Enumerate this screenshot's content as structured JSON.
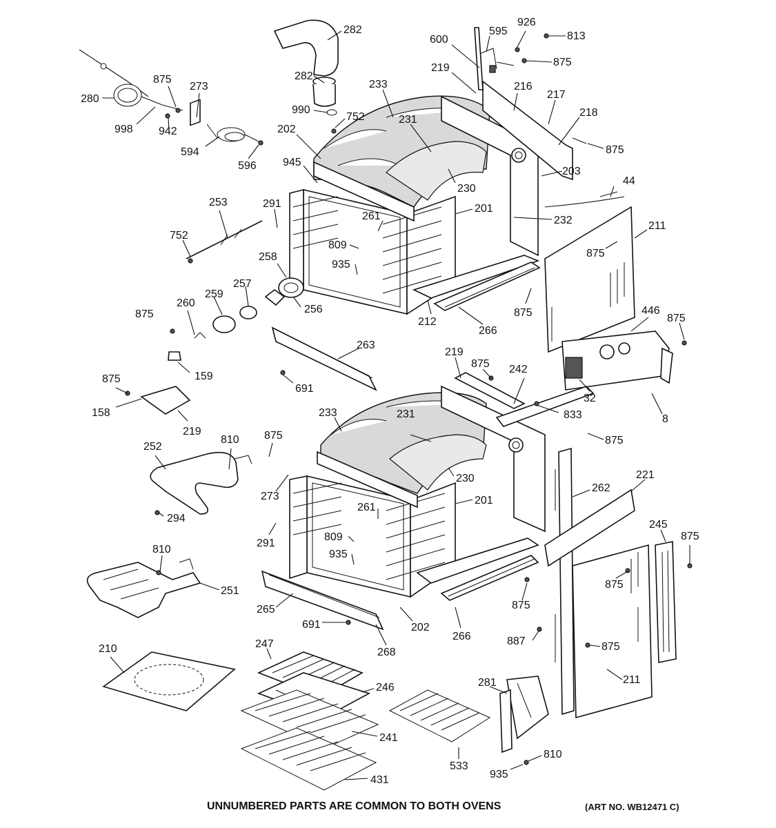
{
  "footer": {
    "note": "UNNUMBERED PARTS ARE COMMON TO BOTH OVENS",
    "art_no": "(ART NO. WB12471 C)"
  },
  "callouts": [
    {
      "text": "282"
    },
    {
      "text": "282"
    },
    {
      "text": "990"
    },
    {
      "text": "752"
    },
    {
      "text": "233"
    },
    {
      "text": "231"
    },
    {
      "text": "202"
    },
    {
      "text": "945"
    },
    {
      "text": "230"
    },
    {
      "text": "201"
    },
    {
      "text": "261"
    },
    {
      "text": "809"
    },
    {
      "text": "935"
    },
    {
      "text": "291"
    },
    {
      "text": "253"
    },
    {
      "text": "752"
    },
    {
      "text": "280"
    },
    {
      "text": "998"
    },
    {
      "text": "875"
    },
    {
      "text": "942"
    },
    {
      "text": "273"
    },
    {
      "text": "594"
    },
    {
      "text": "596"
    },
    {
      "text": "600"
    },
    {
      "text": "595"
    },
    {
      "text": "926"
    },
    {
      "text": "813"
    },
    {
      "text": "875"
    },
    {
      "text": "219"
    },
    {
      "text": "216"
    },
    {
      "text": "217"
    },
    {
      "text": "218"
    },
    {
      "text": "875"
    },
    {
      "text": "203"
    },
    {
      "text": "44"
    },
    {
      "text": "232"
    },
    {
      "text": "211"
    },
    {
      "text": "875"
    },
    {
      "text": "258"
    },
    {
      "text": "257"
    },
    {
      "text": "259"
    },
    {
      "text": "260"
    },
    {
      "text": "256"
    },
    {
      "text": "875"
    },
    {
      "text": "212"
    },
    {
      "text": "266"
    },
    {
      "text": "875"
    },
    {
      "text": "446"
    },
    {
      "text": "875"
    },
    {
      "text": "263"
    },
    {
      "text": "691"
    },
    {
      "text": "159"
    },
    {
      "text": "875"
    },
    {
      "text": "158"
    },
    {
      "text": "219"
    },
    {
      "text": "219"
    },
    {
      "text": "875"
    },
    {
      "text": "242"
    },
    {
      "text": "32"
    },
    {
      "text": "833"
    },
    {
      "text": "8"
    },
    {
      "text": "233"
    },
    {
      "text": "231"
    },
    {
      "text": "875"
    },
    {
      "text": "252"
    },
    {
      "text": "810"
    },
    {
      "text": "875"
    },
    {
      "text": "273"
    },
    {
      "text": "294"
    },
    {
      "text": "230"
    },
    {
      "text": "201"
    },
    {
      "text": "262"
    },
    {
      "text": "221"
    },
    {
      "text": "261"
    },
    {
      "text": "291"
    },
    {
      "text": "809"
    },
    {
      "text": "935"
    },
    {
      "text": "245"
    },
    {
      "text": "875"
    },
    {
      "text": "810"
    },
    {
      "text": "251"
    },
    {
      "text": "875"
    },
    {
      "text": "265"
    },
    {
      "text": "691"
    },
    {
      "text": "202"
    },
    {
      "text": "266"
    },
    {
      "text": "875"
    },
    {
      "text": "268"
    },
    {
      "text": "887"
    },
    {
      "text": "875"
    },
    {
      "text": "210"
    },
    {
      "text": "247"
    },
    {
      "text": "246"
    },
    {
      "text": "241"
    },
    {
      "text": "281"
    },
    {
      "text": "211"
    },
    {
      "text": "533"
    },
    {
      "text": "431"
    },
    {
      "text": "810"
    },
    {
      "text": "935"
    }
  ]
}
